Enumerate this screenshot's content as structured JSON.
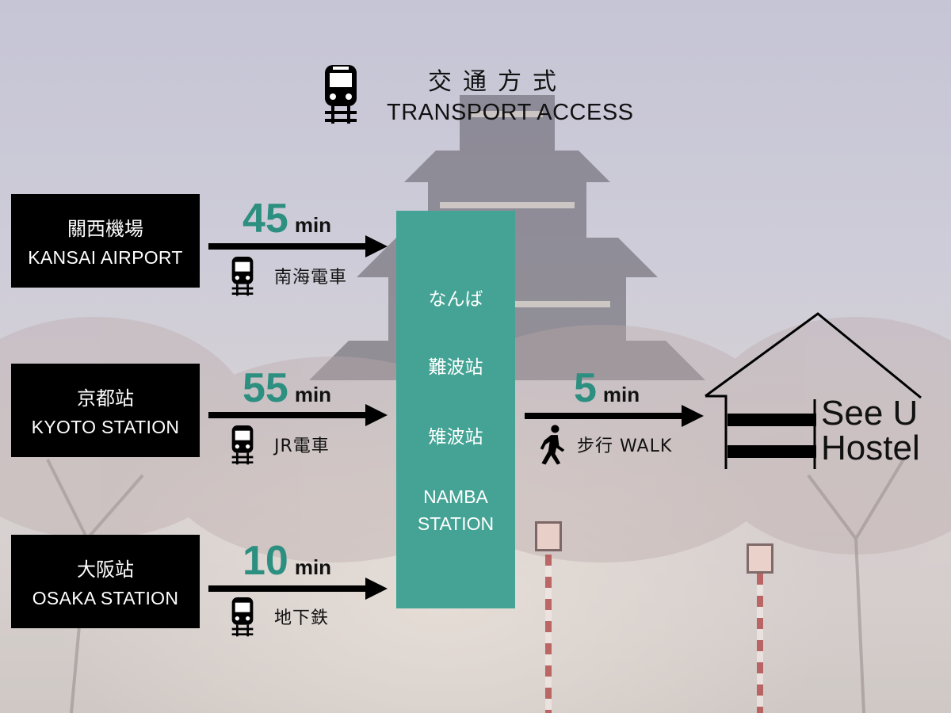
{
  "header": {
    "icon": "train-icon",
    "title_cn": "交通方式",
    "title_en": "TRANSPORT ACCESS"
  },
  "routes": [
    {
      "from_cn": "關西機場",
      "from_en": "KANSAI AIRPORT",
      "minutes": "45",
      "unit": "min",
      "mode_icon": "train-icon",
      "mode": "南海電車"
    },
    {
      "from_cn": "京都站",
      "from_en": "KYOTO STATION",
      "minutes": "55",
      "unit": "min",
      "mode_icon": "train-icon",
      "mode": "JR電車"
    },
    {
      "from_cn": "大阪站",
      "from_en": "OSAKA STATION",
      "minutes": "10",
      "unit": "min",
      "mode_icon": "train-icon",
      "mode": "地下鉄"
    }
  ],
  "hub": {
    "line1": "なんば",
    "line2": "難波站",
    "line3": "雉波站",
    "line4_en": "NAMBA",
    "line5_en": "STATION"
  },
  "walk": {
    "minutes": "5",
    "unit": "min",
    "mode_icon": "walking-person-icon",
    "mode": "步行 WALK"
  },
  "hostel": {
    "name_line1": "See U",
    "name_line2": "Hostel"
  },
  "colors": {
    "accent": "#44a394",
    "number": "#2c8f80",
    "box": "#000000"
  }
}
